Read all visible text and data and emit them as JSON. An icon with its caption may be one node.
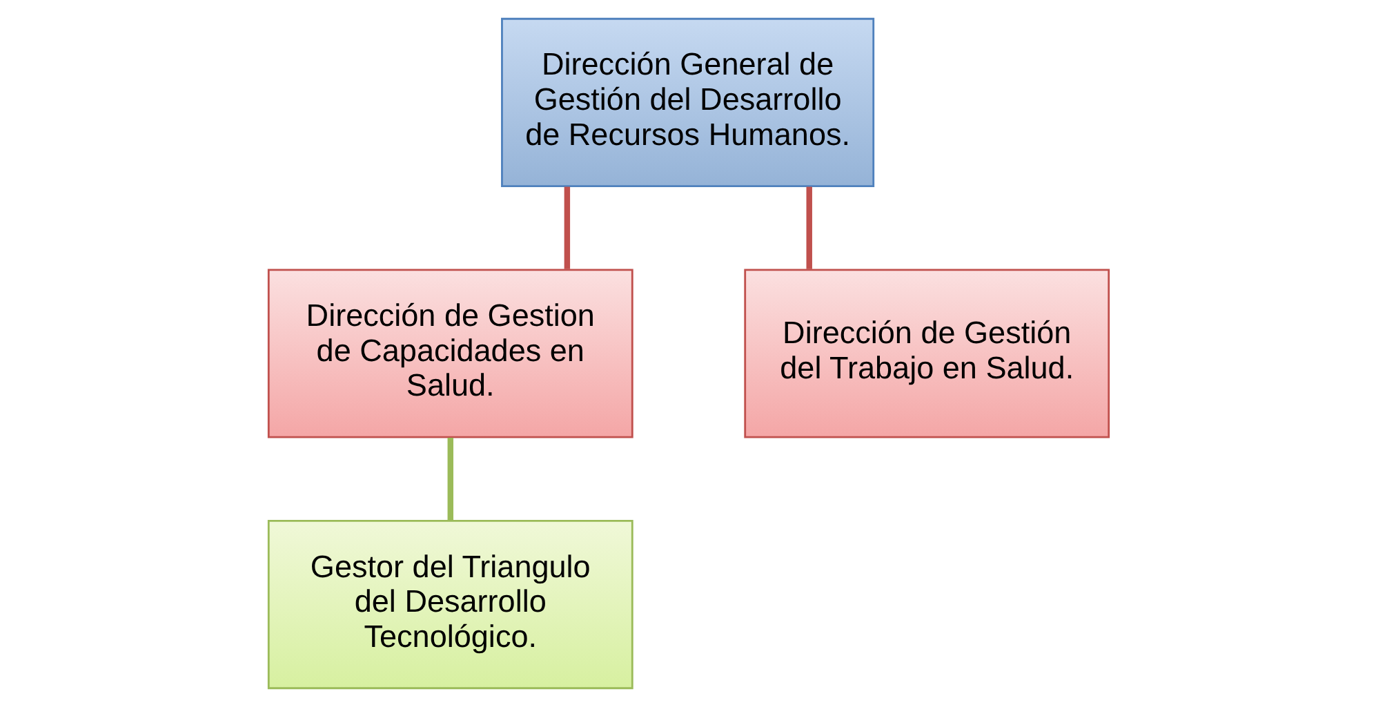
{
  "diagram": {
    "nodes": [
      {
        "text": [
          "Dirección General de Gestión del Desarrollo de Recursos Humanos."
        ]
      },
      {
        "text": [
          "Dirección de Gestion de Capacidades en Salud."
        ]
      },
      {
        "text": [
          "Dirección de Gestión del Trabajo en Salud."
        ]
      },
      {
        "text": [
          "Gestor del Triangulo del Desarrollo Tecnológico."
        ]
      }
    ],
    "edges": [
      {
        "from": 0,
        "to": 1,
        "arrow": "none",
        "color": "#c0504d"
      },
      {
        "from": 0,
        "to": 2,
        "arrow": "none",
        "color": "#c0504d"
      },
      {
        "from": 1,
        "to": 3,
        "arrow": "none",
        "color": "#9bbb59"
      }
    ]
  }
}
